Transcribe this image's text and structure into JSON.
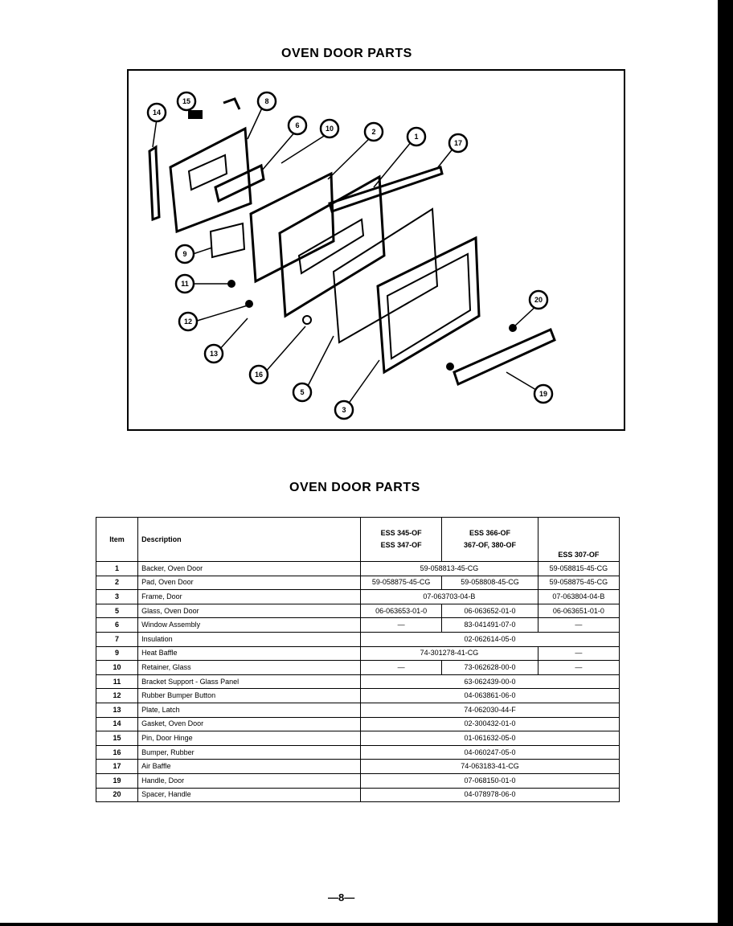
{
  "diagram_title": "OVEN DOOR PARTS",
  "table_title": "OVEN DOOR PARTS",
  "callouts": [
    "14",
    "15",
    "8",
    "6",
    "10",
    "2",
    "1",
    "17",
    "9",
    "11",
    "12",
    "13",
    "16",
    "5",
    "3",
    "20",
    "19"
  ],
  "table": {
    "headers": {
      "item": "Item",
      "description": "Description",
      "col1": [
        "ESS 345-OF",
        "ESS 347-OF"
      ],
      "col2": [
        "ESS 366-OF",
        "367-OF, 380-OF"
      ],
      "col3": "ESS 307-OF"
    },
    "rows": [
      {
        "item": "1",
        "description": "Backer, Oven Door",
        "cells": [
          {
            "text": "59-058813-45-CG",
            "span": 2
          },
          {
            "text": "59-058815-45-CG",
            "span": 1
          }
        ]
      },
      {
        "item": "2",
        "description": "Pad, Oven Door",
        "cells": [
          {
            "text": "59-058875-45-CG",
            "span": 1
          },
          {
            "text": "59-058808-45-CG",
            "span": 1
          },
          {
            "text": "59-058875-45-CG",
            "span": 1
          }
        ]
      },
      {
        "item": "3",
        "description": "Frame, Door",
        "cells": [
          {
            "text": "07-063703-04-B",
            "span": 2
          },
          {
            "text": "07-063804-04-B",
            "span": 1
          }
        ]
      },
      {
        "item": "5",
        "description": "Glass, Oven Door",
        "cells": [
          {
            "text": "06-063653-01-0",
            "span": 1
          },
          {
            "text": "06-063652-01-0",
            "span": 1
          },
          {
            "text": "06-063651-01-0",
            "span": 1
          }
        ]
      },
      {
        "item": "6",
        "description": "Window Assembly",
        "cells": [
          {
            "text": "—",
            "span": 1
          },
          {
            "text": "83-041491-07-0",
            "span": 1
          },
          {
            "text": "—",
            "span": 1
          }
        ]
      },
      {
        "item": "7",
        "description": "Insulation",
        "cells": [
          {
            "text": "02-062614-05-0",
            "span": 3
          }
        ]
      },
      {
        "item": "9",
        "description": "Heat Baffle",
        "cells": [
          {
            "text": "74-301278-41-CG",
            "span": 2
          },
          {
            "text": "—",
            "span": 1
          }
        ]
      },
      {
        "item": "10",
        "description": "Retainer, Glass",
        "cells": [
          {
            "text": "—",
            "span": 1
          },
          {
            "text": "73-062628-00-0",
            "span": 1
          },
          {
            "text": "—",
            "span": 1
          }
        ]
      },
      {
        "item": "11",
        "description": "Bracket Support - Glass Panel",
        "cells": [
          {
            "text": "63-062439-00-0",
            "span": 3
          }
        ]
      },
      {
        "item": "12",
        "description": "Rubber Bumper Button",
        "cells": [
          {
            "text": "04-063861-06-0",
            "span": 3
          }
        ]
      },
      {
        "item": "13",
        "description": "Plate, Latch",
        "cells": [
          {
            "text": "74-062030-44-F",
            "span": 3
          }
        ]
      },
      {
        "item": "14",
        "description": "Gasket, Oven Door",
        "cells": [
          {
            "text": "02-300432-01-0",
            "span": 3
          }
        ]
      },
      {
        "item": "15",
        "description": "Pin, Door Hinge",
        "cells": [
          {
            "text": "01-061632-05-0",
            "span": 3
          }
        ]
      },
      {
        "item": "16",
        "description": "Bumper, Rubber",
        "cells": [
          {
            "text": "04-060247-05-0",
            "span": 3
          }
        ]
      },
      {
        "item": "17",
        "description": "Air Baffle",
        "cells": [
          {
            "text": "74-063183-41-CG",
            "span": 3
          }
        ]
      },
      {
        "item": "19",
        "description": "Handle, Door",
        "cells": [
          {
            "text": "07-068150-01-0",
            "span": 3
          }
        ]
      },
      {
        "item": "20",
        "description": "Spacer, Handle",
        "cells": [
          {
            "text": "04-078978-06-0",
            "span": 3
          }
        ]
      }
    ]
  },
  "page_number": "—8—"
}
